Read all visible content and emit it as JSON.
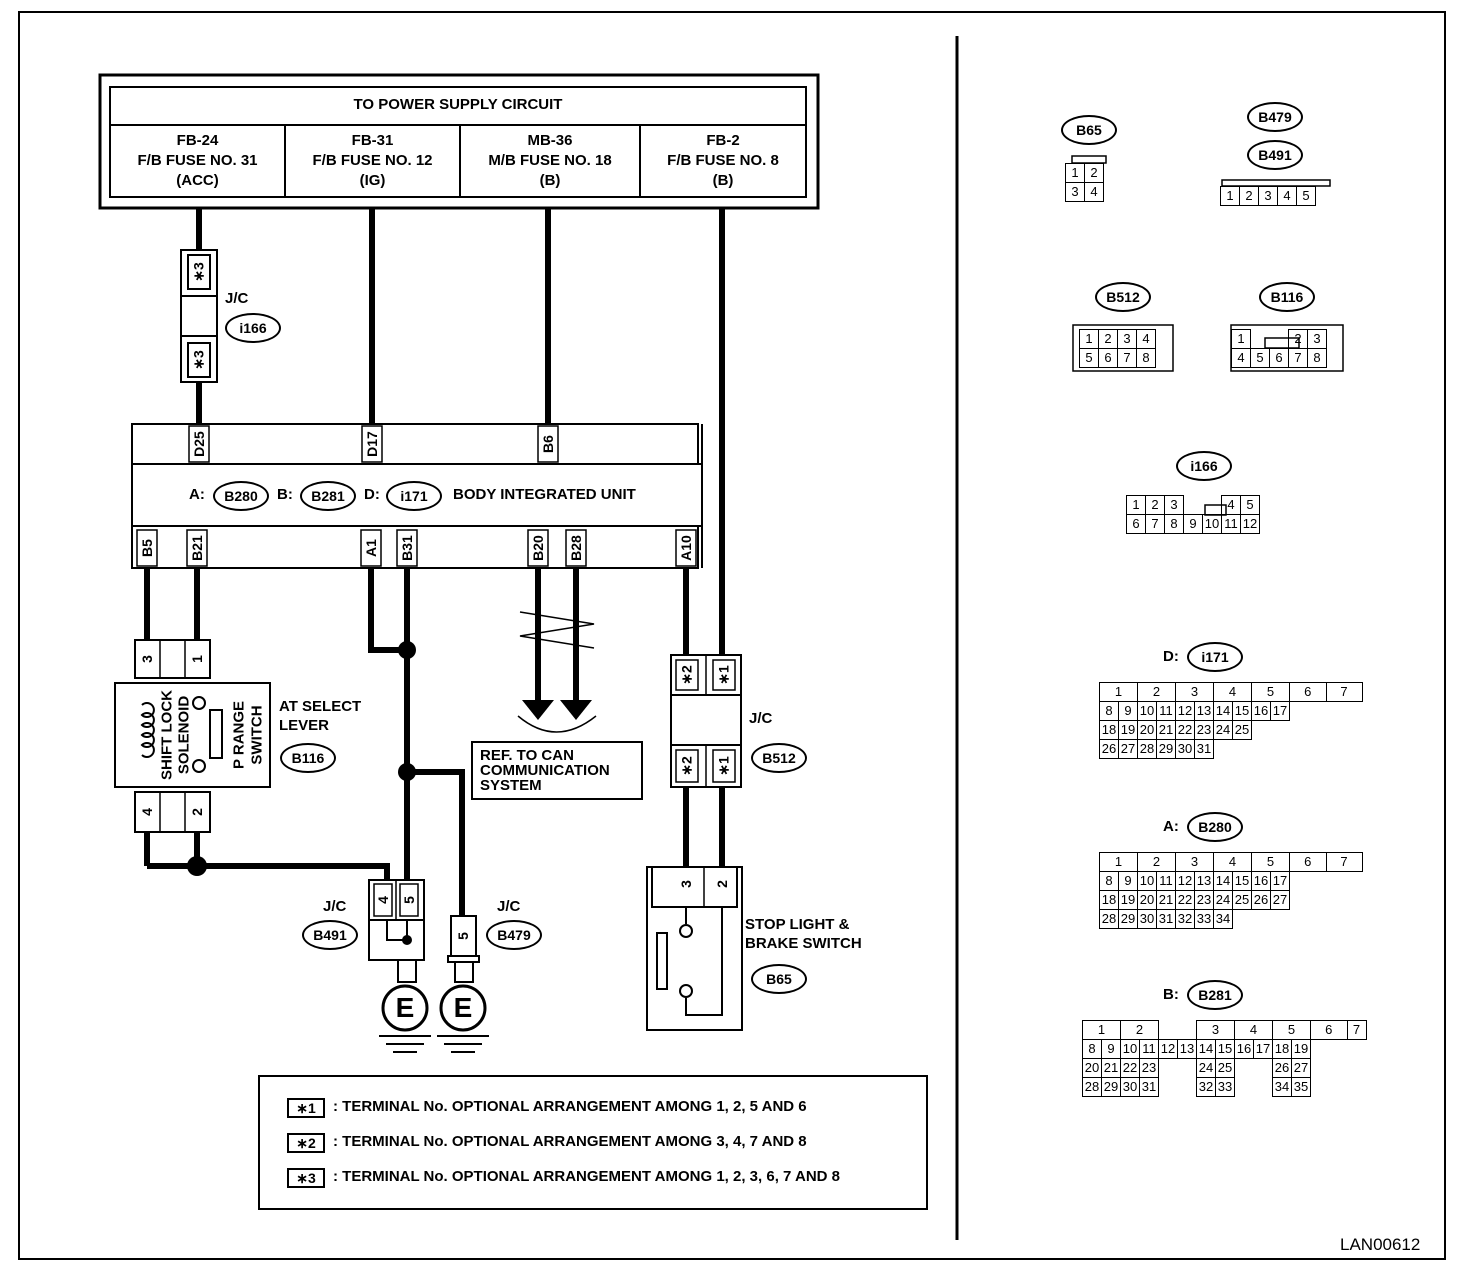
{
  "power": {
    "title": "TO POWER SUPPLY CIRCUIT",
    "fuses": [
      {
        "line1": "FB-24",
        "line2": "F/B FUSE NO. 31",
        "line3": "(ACC)"
      },
      {
        "line1": "FB-31",
        "line2": "F/B FUSE NO. 12",
        "line3": "(IG)"
      },
      {
        "line1": "MB-36",
        "line2": "M/B FUSE NO. 18",
        "line3": "(B)"
      },
      {
        "line1": "FB-2",
        "line2": "F/B FUSE NO. 8",
        "line3": "(B)"
      }
    ]
  },
  "jc_i166": {
    "label": "J/C",
    "connector": "i166",
    "pin_top": "∗3",
    "pin_bottom": "∗3"
  },
  "biu": {
    "name": "BODY INTEGRATED UNIT",
    "prefix_a": "A:",
    "conn_a": "B280",
    "prefix_b": "B:",
    "conn_b": "B281",
    "prefix_d": "D:",
    "conn_d": "i171",
    "top_pins": [
      "D25",
      "D17",
      "B6"
    ],
    "bottom_pins": [
      "B5",
      "B21",
      "A1",
      "B31",
      "B20",
      "B28",
      "A10"
    ]
  },
  "lever": {
    "label1": "AT SELECT",
    "label2": "LEVER",
    "connector": "B116",
    "solenoid1": "SHIFT LOCK",
    "solenoid2": "SOLENOID",
    "switch1": "P RANGE",
    "switch2": "SWITCH",
    "pins_top": [
      "3",
      "1"
    ],
    "pins_bottom": [
      "4",
      "2"
    ]
  },
  "can_ref": {
    "line1": "REF. TO CAN",
    "line2": "COMMUNICATION",
    "line3": "SYSTEM"
  },
  "jc_b491": {
    "label": "J/C",
    "connector": "B491",
    "pins": [
      "4",
      "5"
    ]
  },
  "jc_b479": {
    "label": "J/C",
    "connector": "B479",
    "pin": "5"
  },
  "ground": "E",
  "jc_b512": {
    "label": "J/C",
    "connector": "B512",
    "pins": [
      "∗2",
      "∗1"
    ]
  },
  "stoplight": {
    "line1": "STOP LIGHT &",
    "line2": "BRAKE SWITCH",
    "connector": "B65",
    "pins": [
      "3",
      "2"
    ]
  },
  "legend": [
    {
      "mark": "∗1",
      "text": ": TERMINAL No. OPTIONAL ARRANGEMENT AMONG 1, 2, 5 AND 6"
    },
    {
      "mark": "∗2",
      "text": ": TERMINAL No. OPTIONAL ARRANGEMENT AMONG 3, 4, 7 AND 8"
    },
    {
      "mark": "∗3",
      "text": ": TERMINAL No. OPTIONAL ARRANGEMENT AMONG 1, 2, 3, 6, 7 AND 8"
    }
  ],
  "connectors": {
    "b65": {
      "name": "B65",
      "rows": [
        [
          "1",
          "2"
        ],
        [
          "3",
          "4"
        ]
      ]
    },
    "b479": {
      "name": "B479"
    },
    "b491": {
      "name": "B491",
      "rows": [
        [
          "1",
          "2",
          "3",
          "4",
          "5"
        ]
      ]
    },
    "b512": {
      "name": "B512",
      "rows": [
        [
          "1",
          "2",
          "3",
          "4"
        ],
        [
          "5",
          "6",
          "7",
          "8"
        ]
      ]
    },
    "b116": {
      "name": "B116",
      "rows": [
        [
          "1",
          "",
          "",
          "2",
          "3"
        ],
        [
          "4",
          "5",
          "6",
          "7",
          "8"
        ]
      ]
    },
    "i166": {
      "name": "i166",
      "rows": [
        [
          "1",
          "2",
          "3",
          "",
          "4",
          "5"
        ],
        [
          "6",
          "7",
          "8",
          "9",
          "10",
          "11",
          "12"
        ]
      ]
    },
    "i171": {
      "prefix": "D:",
      "name": "i171",
      "rows": [
        [
          "1",
          "2",
          "3",
          "4",
          "5",
          "6",
          "7"
        ],
        [
          "8",
          "9",
          "10",
          "11",
          "12",
          "13",
          "14",
          "15",
          "16",
          "17"
        ],
        [
          "18",
          "19",
          "20",
          "21",
          "22",
          "23",
          "24",
          "25"
        ],
        [
          "26",
          "27",
          "28",
          "29",
          "30",
          "31"
        ]
      ]
    },
    "b280": {
      "prefix": "A:",
      "name": "B280",
      "rows": [
        [
          "1",
          "2",
          "3",
          "4",
          "5",
          "6",
          "7"
        ],
        [
          "8",
          "9",
          "10",
          "11",
          "12",
          "13",
          "14",
          "15",
          "16",
          "17"
        ],
        [
          "18",
          "19",
          "20",
          "21",
          "22",
          "23",
          "24",
          "25",
          "26",
          "27"
        ],
        [
          "28",
          "29",
          "30",
          "31",
          "32",
          "33",
          "34"
        ]
      ]
    },
    "b281": {
      "prefix": "B:",
      "name": "B281",
      "rows": [
        [
          "1",
          "2",
          "3",
          "4",
          "5",
          "6",
          "7"
        ],
        [
          "8",
          "9",
          "10",
          "11",
          "12",
          "13",
          "14",
          "15",
          "16",
          "17",
          "18",
          "19"
        ],
        [
          "20",
          "21",
          "22",
          "23",
          "24",
          "25",
          "26",
          "27"
        ],
        [
          "28",
          "29",
          "30",
          "31",
          "32",
          "33",
          "34",
          "35"
        ]
      ]
    }
  },
  "doc_id": "LAN00612"
}
